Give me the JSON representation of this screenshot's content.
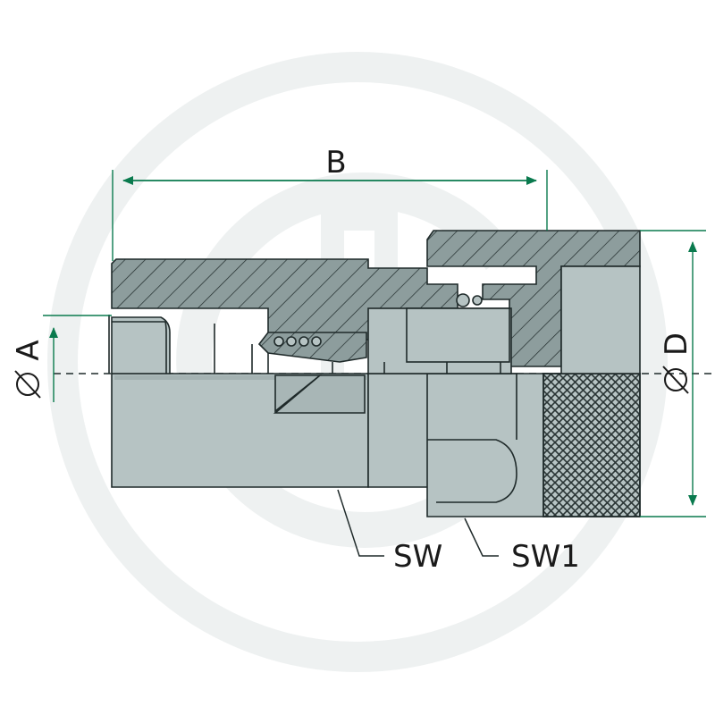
{
  "labels": {
    "dim_b": "B",
    "dim_a": "A",
    "dim_d": "D",
    "sw": "SW",
    "sw1": "SW1"
  },
  "colors": {
    "metal": "#b6c3c3",
    "section": "#8d9d9d",
    "outline": "#1f2a2a",
    "dimension": "#0a7a4e",
    "watermark": "#eef1f1",
    "knurl": "#2a3535"
  }
}
